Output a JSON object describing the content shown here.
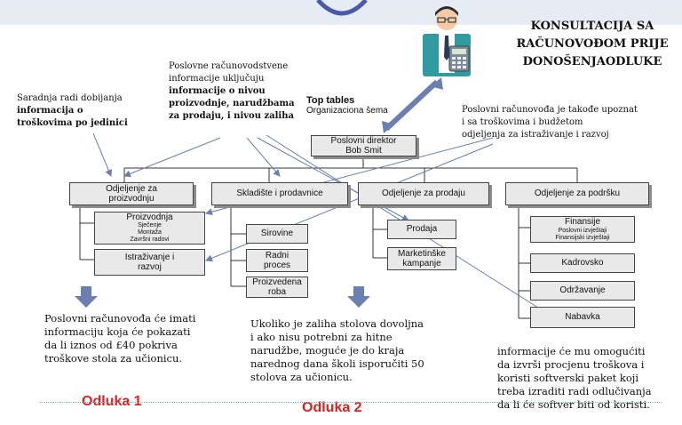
{
  "heading": {
    "line1": "KONSULTACIJA SA",
    "line2": "RAČUNOVOĐOM PRIJE",
    "line3": "DONOŠENJAODLUKE"
  },
  "notes": {
    "left": {
      "line1": "Saradnja radi dobijanja",
      "line2": "informacija o",
      "line3": "troškovima po jedinici"
    },
    "center": {
      "line1": "Poslovne računovodstvene",
      "line2": "informacije uključuju",
      "line3": "informacije o nivou",
      "line4": "proizvodnje, narudžbama",
      "line5": "za prodaju, i nivou zaliha"
    },
    "right": {
      "line1": "Poslovni računovođa je takođe upoznat",
      "line2": "i sa troškovima i budžetom",
      "line3": "odjeljenja za istraživanje i razvoj"
    }
  },
  "chart_title": {
    "line1": "Top tables",
    "line2": "Organizaciona šema"
  },
  "org": {
    "director": {
      "line1": "Poslovni direktor",
      "line2": "Bob Smit"
    },
    "dept1": {
      "line1": "Odjeljenje za",
      "line2": "proizvodnju"
    },
    "dept2": "Skladište i prodavnice",
    "dept3": "Odjeljenje za prodaju",
    "dept4": "Odjeljenje za podršku",
    "proizvodnja": {
      "title": "Proizvodnja",
      "sub1": "Sječenje",
      "sub2": "Montaža",
      "sub3": "Završni radovi"
    },
    "istrazivanje": {
      "line1": "Istraživanje i",
      "line2": "razvoj"
    },
    "sirovine": "Sirovine",
    "radni": {
      "line1": "Radni",
      "line2": "proces"
    },
    "proizvedena": {
      "line1": "Proizvedena",
      "line2": "roba"
    },
    "prodaja": "Prodaja",
    "marketing": {
      "line1": "Marketinške",
      "line2": "kampanje"
    },
    "finansije": {
      "title": "Finansije",
      "sub1": "Poslovni izvještaji",
      "sub2": "Finansijski izvještaji"
    },
    "kadrovsko": "Kadrovsko",
    "odrzavanje": "Održavanje",
    "nabavka": "Nabavka"
  },
  "bottom": {
    "left": {
      "line1": "Poslovni računovođa će imati",
      "line2": "informaciju koja će pokazati",
      "line3": "da li iznos od £40 pokriva",
      "line4": "troškove stola za učionicu."
    },
    "middle": {
      "line1": "Ukoliko je zaliha stolova dovoljna",
      "line2": "i ako nisu potrebni za hitne",
      "line3": "narudžbe, moguće je do kraja",
      "line4": "narednog dana školi isporučiti 50",
      "line5": "stolova za učionicu."
    },
    "right": {
      "line1": "informacije će mu omogućiti",
      "line2": "da izvrši procjenu troškova i",
      "line3": "koristi softverski paket koji",
      "line4": "treba izraditi radi odlučivanja",
      "line5": "da li će softver biti od koristi."
    }
  },
  "decisions": {
    "d1": "Odluka 1",
    "d2": "Odluka 2"
  },
  "colors": {
    "accent_red": "#e02020",
    "arrow_blue": "#6b7fb0",
    "box_fill": "#e9e9e9"
  }
}
